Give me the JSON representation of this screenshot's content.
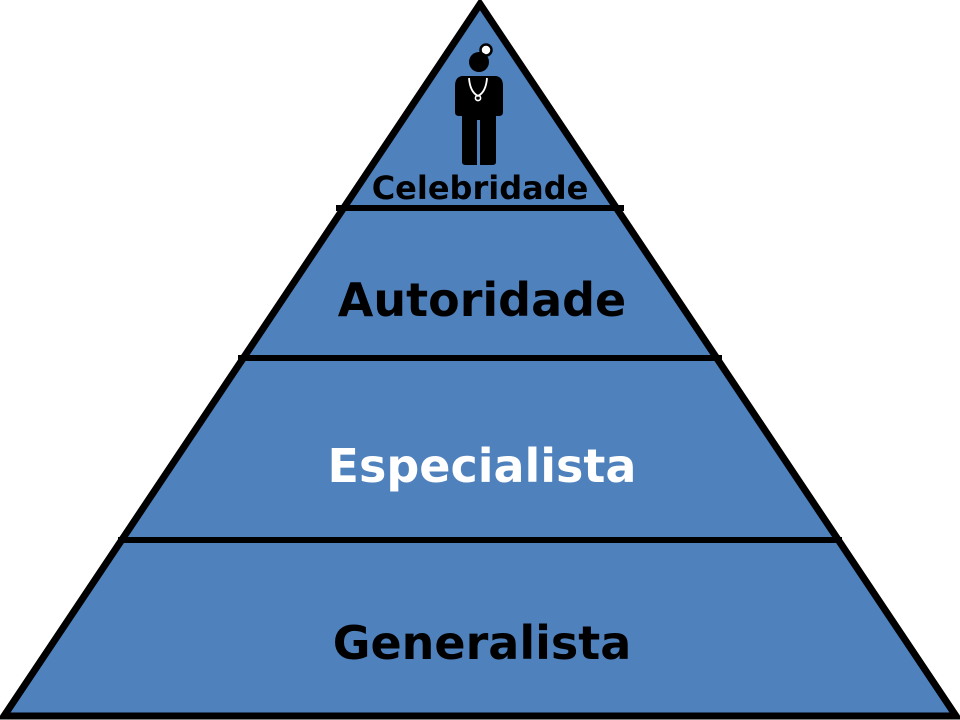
{
  "pyramid": {
    "fill_color": "#4f81bd",
    "stroke_color": "#000000",
    "levels": [
      {
        "label": "Celebridade",
        "text_color": "#000000",
        "icon": "doctor-icon"
      },
      {
        "label": "Autoridade",
        "text_color": "#000000"
      },
      {
        "label": "Especialista",
        "text_color": "#ffffff"
      },
      {
        "label": "Generalista",
        "text_color": "#000000"
      }
    ]
  }
}
